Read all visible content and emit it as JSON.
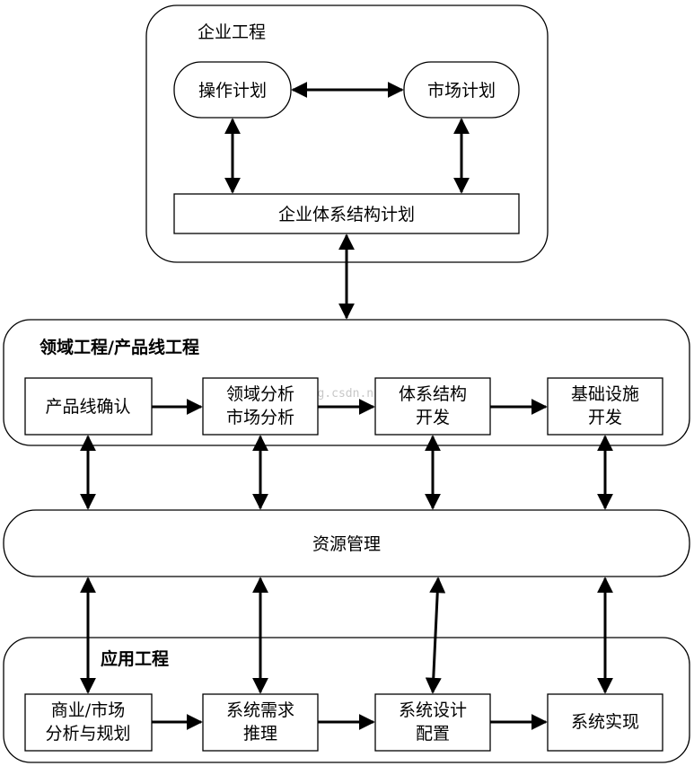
{
  "enterprise": {
    "title": "企业工程",
    "operations_plan": "操作计划",
    "market_plan": "市场计划",
    "architecture_plan": "企业体系结构计划"
  },
  "domain": {
    "title": "领域工程/产品线工程",
    "steps": [
      {
        "line1": "产品线确认",
        "line2": ""
      },
      {
        "line1": "领域分析",
        "line2": "市场分析"
      },
      {
        "line1": "体系结构",
        "line2": "开发"
      },
      {
        "line1": "基础设施",
        "line2": "开发"
      }
    ]
  },
  "resource": {
    "title": "资源管理"
  },
  "application": {
    "title": "应用工程",
    "steps": [
      {
        "line1": "商业/市场",
        "line2": "分析与规划"
      },
      {
        "line1": "系统需求",
        "line2": "推理"
      },
      {
        "line1": "系统设计",
        "line2": "配置"
      },
      {
        "line1": "系统实现",
        "line2": ""
      }
    ]
  },
  "watermark": "blog.csdn.n"
}
